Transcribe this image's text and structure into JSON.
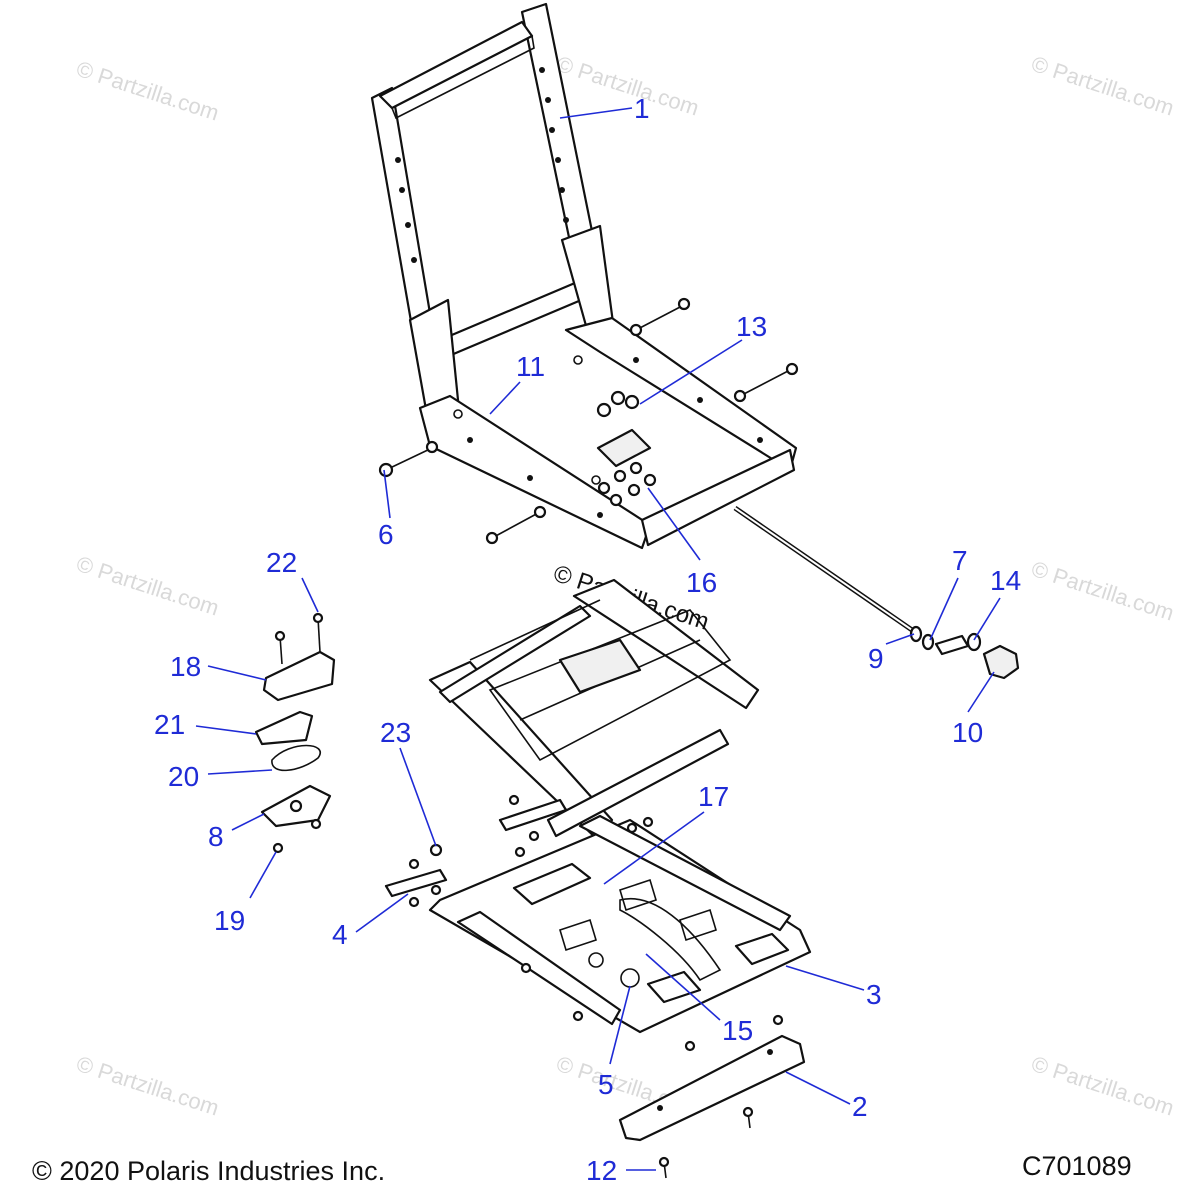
{
  "watermark": "© Partzilla.com",
  "copyright": "© 2020 Polaris Industries Inc.",
  "diagram_code": "C701089",
  "callouts": {
    "c1": "1",
    "c2": "2",
    "c3": "3",
    "c4": "4",
    "c5": "5",
    "c6": "6",
    "c7": "7",
    "c8": "8",
    "c9": "9",
    "c10": "10",
    "c11": "11",
    "c12": "12",
    "c13": "13",
    "c14": "14",
    "c15": "15",
    "c16": "16",
    "c17": "17",
    "c18": "18",
    "c19": "19",
    "c20": "20",
    "c21": "21",
    "c22": "22",
    "c23": "23"
  }
}
